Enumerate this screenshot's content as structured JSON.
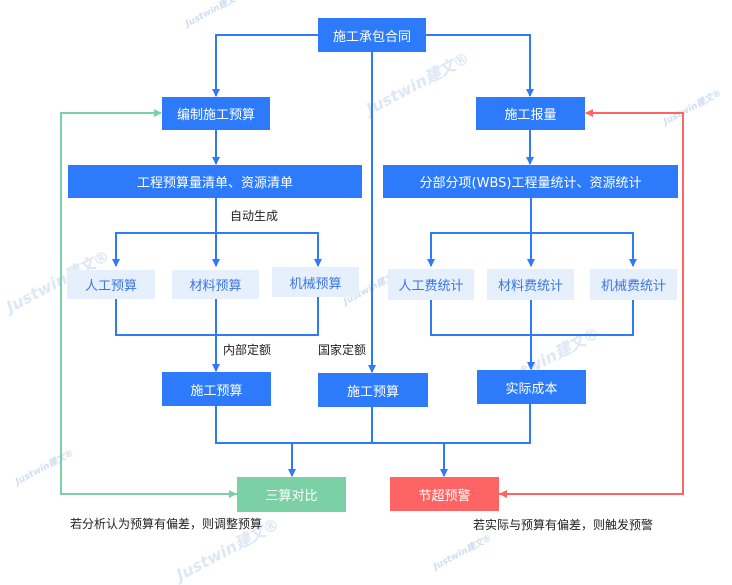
{
  "watermark": "Justwin建文®",
  "colors": {
    "primary_blue": "#2d7bfb",
    "light_box_bg": "#e6effc",
    "light_box_text": "#3b76e3",
    "compare_green": "#7bd0a5",
    "warning_red": "#ff6464"
  },
  "nodes": {
    "contract": "施工承包合同",
    "prepare_budget": "编制施工预算",
    "progress_report": "施工报量",
    "budget_bill": "工程预算量清单、资源清单",
    "wbs_stats": "分部分项(WBS)工程量统计、资源统计",
    "labor_budget": "人工预算",
    "material_budget": "材料预算",
    "machine_budget": "机械预算",
    "labor_cost_stats": "人工费统计",
    "material_cost_stats": "材料费统计",
    "machine_cost_stats": "机械费统计",
    "construction_budget_internal": "施工预算",
    "construction_budget_national": "施工预算",
    "actual_cost": "实际成本",
    "three_way_compare": "三算对比",
    "savings_overrun_alert": "节超预警"
  },
  "edge_labels": {
    "auto_generate": "自动生成",
    "internal_quota": "内部定额",
    "national_quota": "国家定额"
  },
  "notes": {
    "left": "若分析认为预算有偏差，则调整预算",
    "right": "若实际与预算有偏差，则触发预警"
  }
}
